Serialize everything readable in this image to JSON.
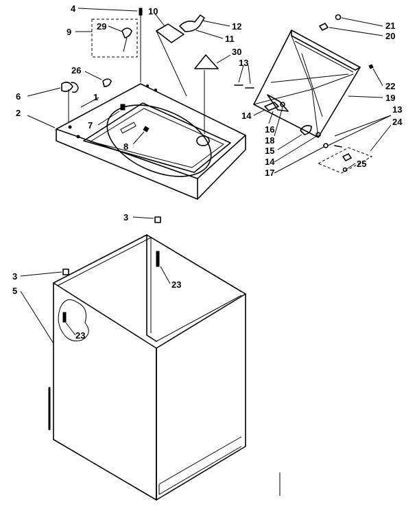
{
  "callouts": [
    {
      "id": "c4",
      "text": "4"
    },
    {
      "id": "c10",
      "text": "10"
    },
    {
      "id": "c29",
      "text": "29"
    },
    {
      "id": "c9",
      "text": "9"
    },
    {
      "id": "c12",
      "text": "12"
    },
    {
      "id": "c11",
      "text": "11"
    },
    {
      "id": "c30",
      "text": "30"
    },
    {
      "id": "c13a",
      "text": "13"
    },
    {
      "id": "c26",
      "text": "26"
    },
    {
      "id": "c6",
      "text": "6"
    },
    {
      "id": "c1",
      "text": "1"
    },
    {
      "id": "c2",
      "text": "2"
    },
    {
      "id": "c7",
      "text": "7"
    },
    {
      "id": "c8",
      "text": "8"
    },
    {
      "id": "c21",
      "text": "21"
    },
    {
      "id": "c20",
      "text": "20"
    },
    {
      "id": "c22",
      "text": "22"
    },
    {
      "id": "c19",
      "text": "19"
    },
    {
      "id": "c13b",
      "text": "13"
    },
    {
      "id": "c24",
      "text": "24"
    },
    {
      "id": "c14a",
      "text": "14"
    },
    {
      "id": "c16",
      "text": "16"
    },
    {
      "id": "c18",
      "text": "18"
    },
    {
      "id": "c15",
      "text": "15"
    },
    {
      "id": "c14b",
      "text": "14"
    },
    {
      "id": "c17",
      "text": "17"
    },
    {
      "id": "c25",
      "text": "25"
    },
    {
      "id": "c3a",
      "text": "3"
    },
    {
      "id": "c23a",
      "text": "23"
    },
    {
      "id": "c3b",
      "text": "3"
    },
    {
      "id": "c5",
      "text": "5"
    },
    {
      "id": "c23b",
      "text": "23"
    }
  ]
}
